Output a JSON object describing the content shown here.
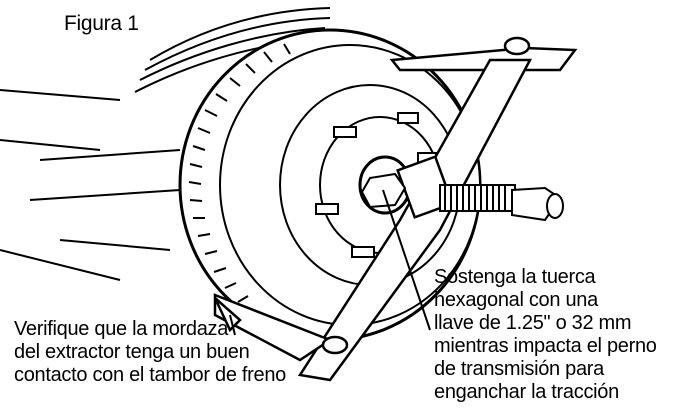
{
  "figure": {
    "title": "Figura 1"
  },
  "callouts": {
    "left": [
      "Verifique que la mordaza",
      "del extractor tenga un buen",
      "contacto con el tambor de freno"
    ],
    "right": [
      "Sostenga la tuerca",
      "hexagonal con una",
      "llave de 1.25\" o 32 mm",
      "mientras impacta el perno",
      "de transmisión para",
      "enganchar la tracción"
    ]
  }
}
